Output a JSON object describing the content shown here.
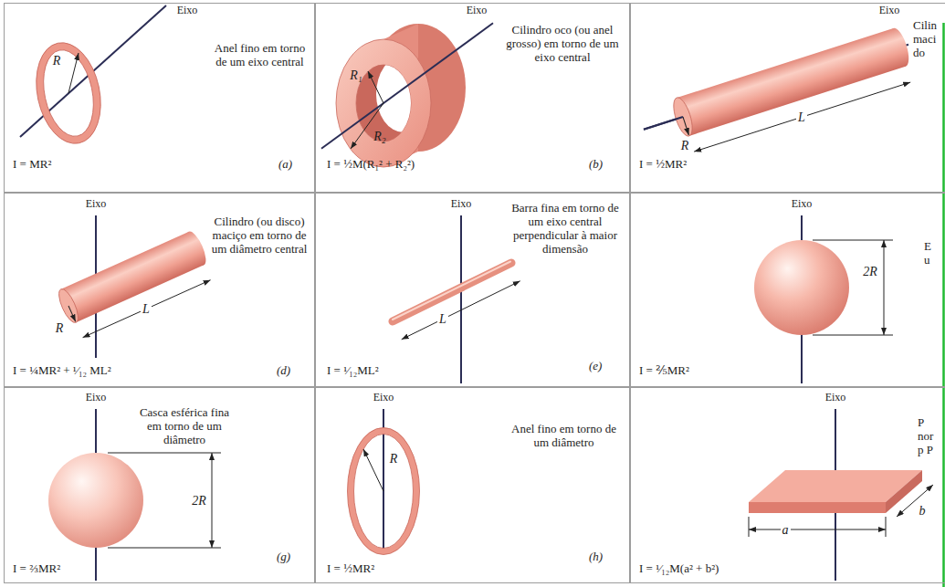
{
  "diagram": {
    "nodes": [
      {
        "text": [
          "Eixo",
          "Anel fino em torno de um eixo central",
          "I = MR²",
          "(a)"
        ]
      },
      {
        "text": [
          "Eixo",
          "Cilindro oco (ou anel grosso) em torno de um eixo central",
          "I = ½M(R₁² + R₂²)",
          "(b)"
        ]
      },
      {
        "text": [
          "Eixo",
          "Cilin maci do",
          "I = ½MR²"
        ]
      },
      {
        "text": [
          "Eixo",
          "Cilindro (ou disco) maciço em torno de um diâmetro central",
          "I = ¼MR² + ¹⁄₁₂ ML²",
          "(d)"
        ]
      },
      {
        "text": [
          "Eixo",
          "Barra fina em torno de um eixo central perpendicular à maior dimensão",
          "I = ¹⁄₁₂ML²",
          "(e)"
        ]
      },
      {
        "text": [
          "Eixo",
          "E u",
          "I = ⅖MR²"
        ]
      },
      {
        "text": [
          "Eixo",
          "Casca esférica fina em torno de um diâmetro",
          "I = ⅔MR²",
          "(g)"
        ]
      },
      {
        "text": [
          "Eixo",
          "Anel fino em torno de um diâmetro",
          "I = ½MR²",
          "(h)"
        ]
      },
      {
        "text": [
          "Eixo",
          "P nor p P",
          "I = ¹⁄₁₂M(a² + b²)"
        ]
      }
    ],
    "labels": [
      "R",
      "R₁",
      "R₂",
      "R",
      "L",
      "R",
      "L",
      "L",
      "2R",
      "2R",
      "R",
      "a",
      "b"
    ]
  }
}
